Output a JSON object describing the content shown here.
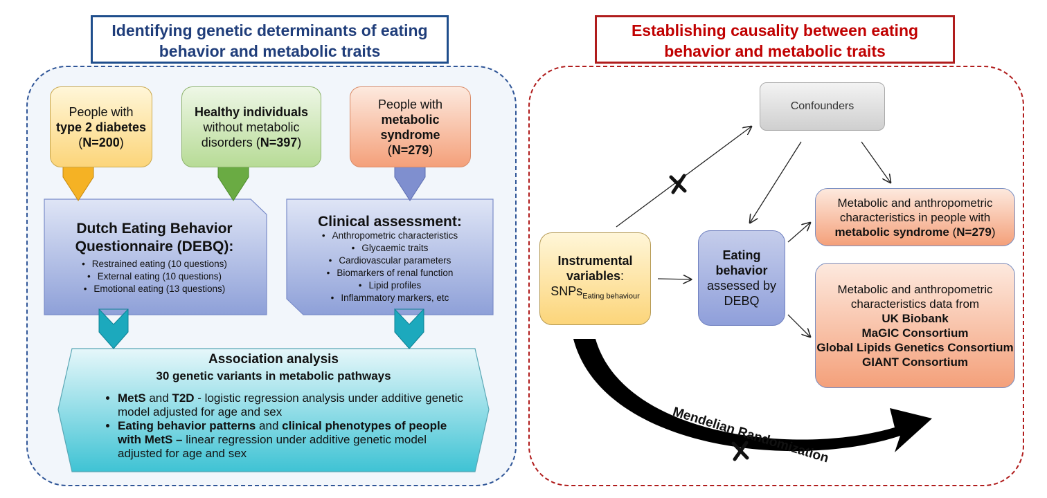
{
  "left": {
    "title": "Identifying genetic determinants of eating behavior and metabolic traits",
    "cohorts": [
      {
        "pre": "People with",
        "bold": "type 2 diabetes",
        "n_prefix": "(",
        "n": "N=200",
        "n_suffix": ")"
      },
      {
        "bold": "Healthy individuals",
        "text": "without metabolic disorders",
        "n_prefix": "(",
        "n": "N=397",
        "n_suffix": ")"
      },
      {
        "pre": "People with",
        "bold": "metabolic syndrome",
        "n_prefix": "(",
        "n": "N=279",
        "n_suffix": ")"
      }
    ],
    "debq": {
      "title": "Dutch Eating Behavior Questionnaire (DEBQ):",
      "items": [
        "Restrained eating (10 questions)",
        "External eating (10 questions)",
        "Emotional eating (13 questions)"
      ]
    },
    "clinical": {
      "title": "Clinical assessment:",
      "items": [
        "Anthropometric characteristics",
        "Glycaemic traits",
        "Cardiovascular parameters",
        "Biomarkers of renal function",
        "Lipid profiles",
        "Inflammatory markers, etc"
      ]
    },
    "association": {
      "title": "Association analysis",
      "subtitle": "30 genetic variants in metabolic pathways",
      "bullet1": {
        "b1": "MetS",
        "t1": " and ",
        "b2": "T2D",
        "t2": " - logistic regression analysis under additive genetic model adjusted for age and sex"
      },
      "bullet2": {
        "b1": "Eating behavior patterns",
        "t1": " and ",
        "b2": "clinical phenotypes of people with MetS –",
        "t2": " linear regression under additive genetic model adjusted for age and sex"
      }
    }
  },
  "right": {
    "title": "Establishing causality between eating behavior and metabolic traits",
    "confounders": "Confounders",
    "instrumental": {
      "bold": "Instrumental variables",
      "colon": ":",
      "snp": "SNPs",
      "snp_sub": "Eating behaviour"
    },
    "eating": {
      "bold": "Eating behavior",
      "text": "assessed by DEBQ"
    },
    "meta1": {
      "text": "Metabolic and anthropometric characteristics in people with",
      "bold": "metabolic syndrome",
      "n_prefix": " (",
      "n": "N=279",
      "n_suffix": ")"
    },
    "meta2": {
      "text": "Metabolic and anthropometric characteristics data from",
      "sources": [
        "UK Biobank",
        "MaGIC Consortium",
        "Global Lipids Genetics Consortium",
        "GIANT Consortium"
      ]
    },
    "mr_label": "Mendelian Randomization"
  },
  "colors": {
    "left_border": "#2f5597",
    "right_border": "#b01c1c",
    "chevron_t2d": "#f5b224",
    "chevron_healthy": "#6aab43",
    "chevron_mets": "#7f8fcf",
    "chevron_teal": "#1ca9bd"
  }
}
